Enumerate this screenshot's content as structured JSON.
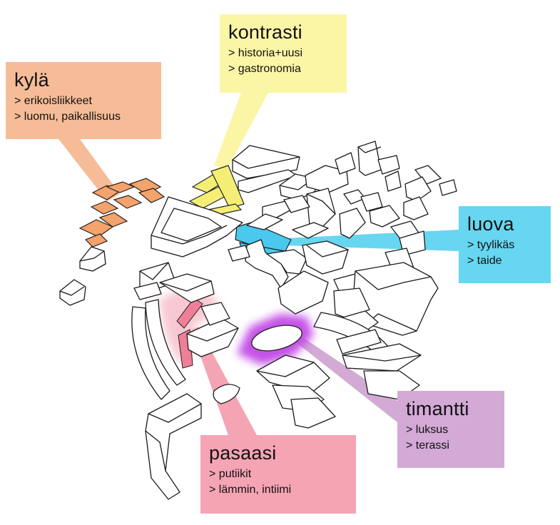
{
  "callouts": {
    "kyla": {
      "title": "kylä",
      "items": [
        "> erikoisliikkeet",
        "> luomu, paikallisuus"
      ],
      "color": "#f6bc97"
    },
    "kontrasti": {
      "title": "kontrasti",
      "items": [
        "> historia+uusi",
        "> gastronomia"
      ],
      "color": "#fbf6a6"
    },
    "luova": {
      "title": "luova",
      "items": [
        "> tyylikäs",
        "> taide"
      ],
      "color": "#67d6f0"
    },
    "timantti": {
      "title": "timantti",
      "items": [
        "> luksus",
        "> terassi"
      ],
      "color": "#d3a9d6"
    },
    "pasaasi": {
      "title": "pasaasi",
      "items": [
        "> putiikit",
        "> lämmin, intiimi"
      ],
      "color": "#f5a4b4"
    }
  }
}
